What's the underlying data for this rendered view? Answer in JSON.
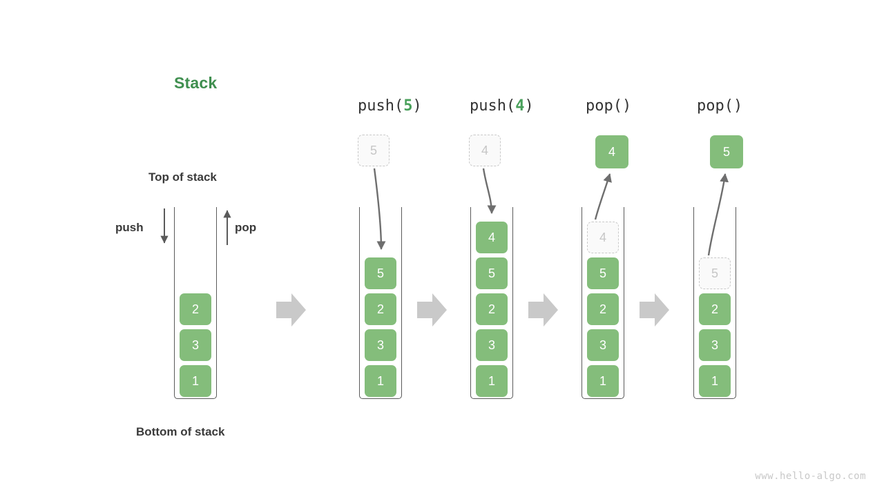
{
  "title": "Stack",
  "labels": {
    "top_of_stack": "Top of stack",
    "bottom_of_stack": "Bottom of stack",
    "push": "push",
    "pop": "pop"
  },
  "watermark": "www.hello-algo.com",
  "colors": {
    "cell_green": "#84bd7b",
    "title_green": "#3f8f4f",
    "arg_green": "#48a05a",
    "ghost_border": "#c9c9c9",
    "ghost_text": "#c6c6c6",
    "container_stroke": "#5a5a5a",
    "flow_arrow": "#c9c9c9",
    "curve_arrow": "#6e6e6e",
    "text_dark": "#3a3a3a",
    "watermark_gray": "#c8c8c8"
  },
  "initial_stack": {
    "cells": [
      "2",
      "3",
      "1"
    ]
  },
  "steps": [
    {
      "header_prefix": "push(",
      "header_arg": "5",
      "header_suffix": ")",
      "floating": {
        "value": "5",
        "style": "ghost"
      },
      "arrow_direction": "down",
      "cells": [
        "5",
        "2",
        "3",
        "1"
      ],
      "ghost_index": -1
    },
    {
      "header_prefix": "push(",
      "header_arg": "4",
      "header_suffix": ")",
      "floating": {
        "value": "4",
        "style": "ghost"
      },
      "arrow_direction": "down",
      "cells": [
        "4",
        "5",
        "2",
        "3",
        "1"
      ],
      "ghost_index": -1
    },
    {
      "header_prefix": "pop(",
      "header_arg": "",
      "header_suffix": ")",
      "floating": {
        "value": "4",
        "style": "solid"
      },
      "arrow_direction": "up",
      "cells": [
        "4",
        "5",
        "2",
        "3",
        "1"
      ],
      "ghost_index": 0
    },
    {
      "header_prefix": "pop(",
      "header_arg": "",
      "header_suffix": ")",
      "floating": {
        "value": "5",
        "style": "solid"
      },
      "arrow_direction": "up",
      "cells": [
        "5",
        "2",
        "3",
        "1"
      ],
      "ghost_index": 0
    }
  ]
}
